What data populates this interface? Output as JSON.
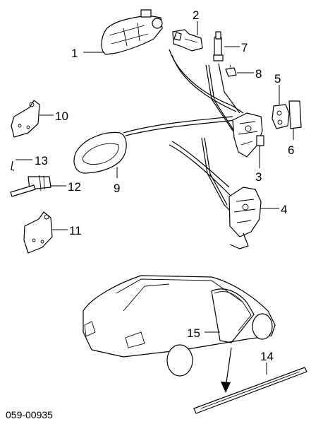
{
  "callouts": {
    "c1": "1",
    "c2": "2",
    "c3": "3",
    "c4": "4",
    "c5": "5",
    "c6": "6",
    "c7": "7",
    "c8": "8",
    "c9": "9",
    "c10": "10",
    "c11": "11",
    "c12": "12",
    "c13": "13",
    "c14": "14",
    "c15": "15"
  },
  "diagram_code": "059-00935"
}
